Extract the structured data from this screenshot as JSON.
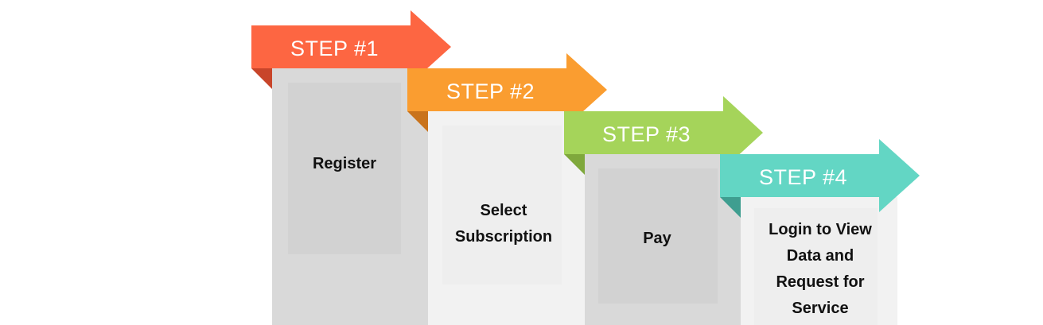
{
  "steps": [
    {
      "label": "STEP #1",
      "text": "Register",
      "color": "#fd6642",
      "shadow": "#c8452a",
      "panel": "#d9d9d9",
      "panel_inner": "#d2d2d2"
    },
    {
      "label": "STEP #2",
      "text": "Select\nSubscription",
      "color": "#fa9d30",
      "shadow": "#c9731c",
      "panel": "#f2f2f2",
      "panel_inner": "#eeeeee"
    },
    {
      "label": "STEP #3",
      "text": "Pay",
      "color": "#a5d45a",
      "shadow": "#7fa83c",
      "panel": "#d9d9d9",
      "panel_inner": "#d2d2d2"
    },
    {
      "label": "STEP #4",
      "text": "Login to View\nData and\nRequest for\nService",
      "color": "#63d6c4",
      "shadow": "#3f9e90",
      "panel": "#f2f2f2",
      "panel_inner": "#eeeeee"
    }
  ]
}
